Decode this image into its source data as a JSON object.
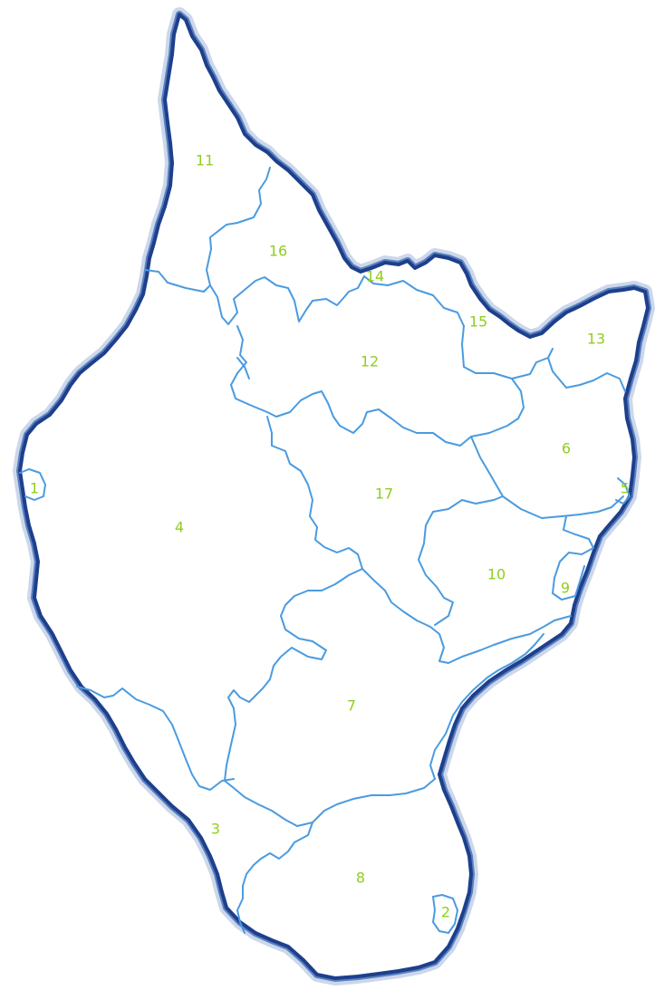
{
  "map": {
    "colors": {
      "outline": "#1d3f8c",
      "outline_glow": "#b9c9e4",
      "boundary": "#4a9be0",
      "label": "#8fce1e",
      "background": "#ffffff"
    },
    "regions": [
      {
        "id": "1",
        "label": "1"
      },
      {
        "id": "2",
        "label": "2"
      },
      {
        "id": "3",
        "label": "3"
      },
      {
        "id": "4",
        "label": "4"
      },
      {
        "id": "5",
        "label": "5"
      },
      {
        "id": "6",
        "label": "6"
      },
      {
        "id": "7",
        "label": "7"
      },
      {
        "id": "8",
        "label": "8"
      },
      {
        "id": "9",
        "label": "9"
      },
      {
        "id": "10",
        "label": "10"
      },
      {
        "id": "11",
        "label": "11"
      },
      {
        "id": "12",
        "label": "12"
      },
      {
        "id": "13",
        "label": "13"
      },
      {
        "id": "14",
        "label": "14"
      },
      {
        "id": "15",
        "label": "15"
      },
      {
        "id": "16",
        "label": "16"
      },
      {
        "id": "17",
        "label": "17"
      }
    ]
  }
}
